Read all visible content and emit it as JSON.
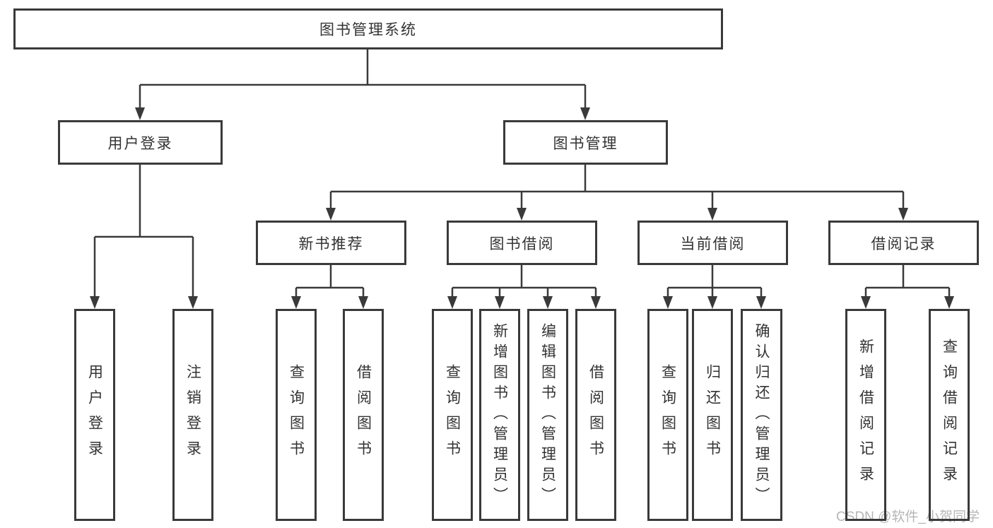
{
  "diagram": {
    "title": "图书管理系统",
    "nodes": {
      "root": "图书管理系统",
      "user_login": "用户登录",
      "book_management": "图书管理",
      "new_book_recommend": "新书推荐",
      "book_borrowing": "图书借阅",
      "current_borrowing": "当前借阅",
      "borrowing_records": "借阅记录"
    },
    "leaves": {
      "login": [
        "用户登录",
        "注销登录"
      ],
      "recommend": [
        "查询图书",
        "借阅图书"
      ],
      "borrowing": [
        "查询图书",
        "新增图书（管理员）",
        "编辑图书（管理员）",
        "借阅图书"
      ],
      "current": [
        "查询图书",
        "归还图书",
        "确认归还（管理员）"
      ],
      "records": [
        "新增借阅记录",
        "查询借阅记录"
      ]
    }
  },
  "watermark": "CSDN @软件_小贺同学",
  "colors": {
    "line": "#3a3a3a",
    "text": "#333333",
    "watermark": "#b6b6b6",
    "background": "#ffffff"
  }
}
